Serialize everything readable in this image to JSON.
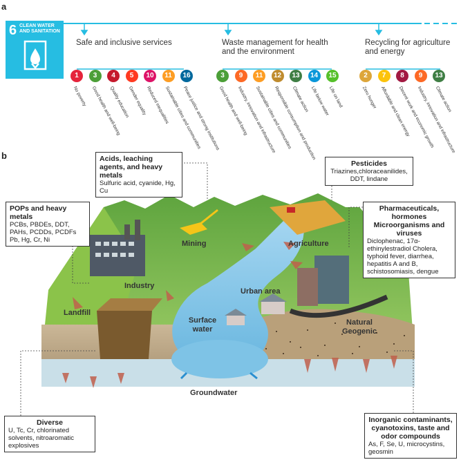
{
  "panel_a": {
    "letter": "a",
    "sdg": {
      "number": "6",
      "title": "CLEAN WATER AND SANITATION",
      "color": "#26bde2"
    },
    "categories": [
      {
        "title": "Safe and inclusive services",
        "goals": [
          {
            "n": "1",
            "label": "No poverty",
            "color": "#e5243b"
          },
          {
            "n": "3",
            "label": "Good health and well-being",
            "color": "#4c9f38"
          },
          {
            "n": "4",
            "label": "Quality education",
            "color": "#c5192d"
          },
          {
            "n": "5",
            "label": "Gender equality",
            "color": "#ff3a21"
          },
          {
            "n": "10",
            "label": "Reduced inequalities",
            "color": "#dd1367"
          },
          {
            "n": "11",
            "label": "Sustainable cities and communities",
            "color": "#fd9d24"
          },
          {
            "n": "16",
            "label": "Peace justice and strong institutions",
            "color": "#00689d"
          }
        ]
      },
      {
        "title": "Waste management for health and the environment",
        "goals": [
          {
            "n": "3",
            "label": "Good health and well-being",
            "color": "#4c9f38"
          },
          {
            "n": "9",
            "label": "Industry, innovation and infrastructure",
            "color": "#fd6925"
          },
          {
            "n": "11",
            "label": "Sustainable cities and communities",
            "color": "#fd9d24"
          },
          {
            "n": "12",
            "label": "Responsible consumption and production",
            "color": "#bf8b2e"
          },
          {
            "n": "13",
            "label": "Climate action",
            "color": "#3f7e44"
          },
          {
            "n": "14",
            "label": "Life below water",
            "color": "#0a97d9"
          },
          {
            "n": "15",
            "label": "Life on land",
            "color": "#56c02b"
          }
        ]
      },
      {
        "title": "Recycling for agriculture and energy",
        "goals": [
          {
            "n": "2",
            "label": "Zero hunger",
            "color": "#dda63a"
          },
          {
            "n": "7",
            "label": "Affordable and clean energy",
            "color": "#fcc30b"
          },
          {
            "n": "8",
            "label": "Decent work and economic growth",
            "color": "#a21942"
          },
          {
            "n": "9",
            "label": "Industry, innovation and infrastructure",
            "color": "#fd6925"
          },
          {
            "n": "13",
            "label": "Climate action",
            "color": "#3f7e44"
          }
        ]
      }
    ]
  },
  "panel_b": {
    "letter": "b",
    "boxes": {
      "acids": {
        "title": "Acids, leaching agents, and heavy metals",
        "body": "Sulfuric acid, cyanide, Hg, Cu"
      },
      "pesticides": {
        "title": "Pesticides",
        "body": "Triazines,chloraceanilides, DDT, lindane"
      },
      "pops": {
        "title": "POPs and heavy metals",
        "body": "PCBs, PBDEs, DDT, PAHs, PCDDs, PCDFs Pb, Hg, Cr, Ni"
      },
      "pharma": {
        "title": "Pharmaceuticals, hormones Microorganisms and viruses",
        "body": "Diclophenac, 17α-ethinylestradiol Cholera, typhoid fever, diarrhea, hepatitis A and B, schistosomiasis, dengue"
      },
      "diverse": {
        "title": "Diverse",
        "body": "U, Tc, Cr, chlorinated solvents, nitroaromatic explosives"
      },
      "inorganic": {
        "title": "Inorganic contaminants, cyanotoxins, taste and odor compounds",
        "body": "As, F, Se, U, microcystins, geosmin"
      }
    },
    "labels": {
      "mining": "Mining",
      "agriculture": "Agriculture",
      "industry": "Industry",
      "urban": "Urban area",
      "landfill": "Landfill",
      "surface": "Surface water",
      "natural": "Natural Geogenic",
      "groundwater": "Groundwater"
    }
  }
}
